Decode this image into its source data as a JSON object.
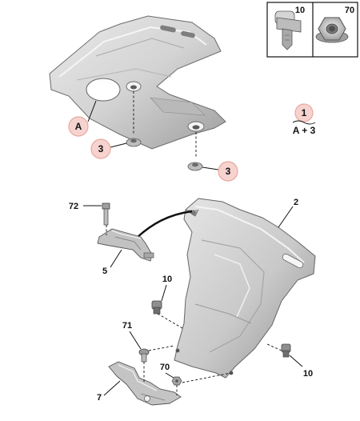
{
  "legend_box": {
    "part_left": "10",
    "part_right": "70"
  },
  "callouts": {
    "cover_ref": "A",
    "grommet_left": "3",
    "grommet_right": "3",
    "key_number": "1",
    "key_formula": "A + 3"
  },
  "parts": {
    "p72": "72",
    "p2": "2",
    "p5": "5",
    "p10_upper": "10",
    "p71": "71",
    "p70": "70",
    "p7": "7",
    "p10_right": "10"
  }
}
